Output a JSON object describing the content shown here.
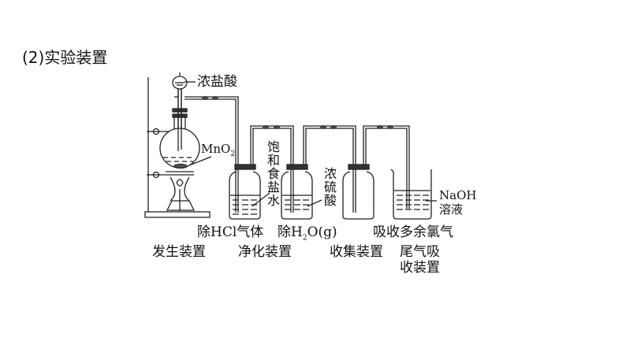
{
  "title": "(2)实验装置",
  "labels": {
    "funnel_reagent": "浓盐酸",
    "flask_reagent": "MnO",
    "flask_reagent_sub": "2",
    "bottle1_reagent": "饱和食盐水",
    "bottle2_reagent": "浓硫酸",
    "beaker_reagent_1": "NaOH",
    "beaker_reagent_2": "溶液"
  },
  "purposes": {
    "remove_hcl": "除HCl气体",
    "remove_h2o_prefix": "除H",
    "remove_h2o_sub": "2",
    "remove_h2o_suffix": "O(g)",
    "absorb_cl2": "吸收多余氯气"
  },
  "stages": {
    "generation": "发生装置",
    "purification": "净化装置",
    "collection": "收集装置",
    "tail_gas_line1": "尾气吸",
    "tail_gas_line2": "收装置"
  }
}
